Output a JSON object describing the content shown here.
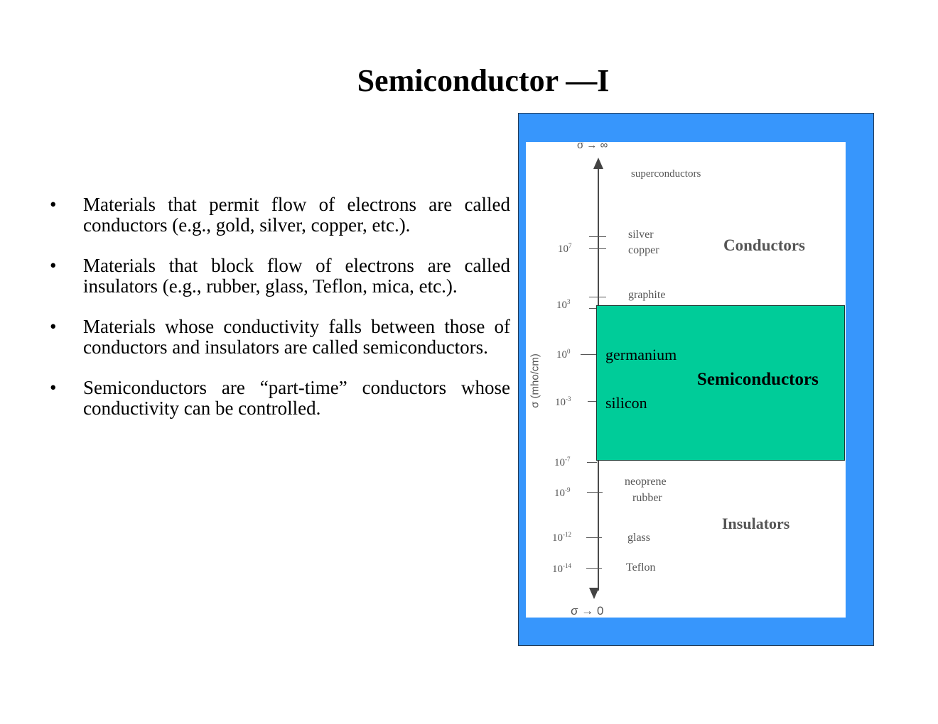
{
  "slide": {
    "title": "Semiconductor —I",
    "bullets": [
      {
        "marker": "•",
        "text": "Materials that permit flow of electrons are called conductors (e.g., gold, silver, copper, etc.)."
      },
      {
        "marker": "•",
        "text": "Materials that block flow of electrons are called insulators (e.g., rubber, glass, Teflon, mica, etc.)."
      },
      {
        "marker": "•",
        "text": "Materials whose conductivity falls between those of conductors and insulators are called semiconductors."
      },
      {
        "marker": "•",
        "text": "Semiconductors are “part-time” conductors whose conductivity can be controlled."
      }
    ]
  },
  "diagram": {
    "axis_label": "σ (mho/cm)",
    "top_label": "σ → ∞",
    "bottom_label": "σ → 0",
    "ticks": [
      {
        "base": "10",
        "exp": "7"
      },
      {
        "base": "10",
        "exp": "3"
      },
      {
        "base": "10",
        "exp": "0"
      },
      {
        "base": "10",
        "exp": "-3"
      },
      {
        "base": "10",
        "exp": "-7"
      },
      {
        "base": "10",
        "exp": "-9"
      },
      {
        "base": "10",
        "exp": "-12"
      },
      {
        "base": "10",
        "exp": "-14"
      }
    ],
    "materials": {
      "superconductors": "superconductors",
      "silver": "silver",
      "copper": "copper",
      "graphite": "graphite",
      "germanium": "germanium",
      "silicon": "silicon",
      "neoprene": "neoprene",
      "rubber": "rubber",
      "glass": "glass",
      "teflon": "Teflon"
    },
    "regions": {
      "conductors": "Conductors",
      "semiconductors": "Semiconductors",
      "insulators": "Insulators"
    },
    "colors": {
      "frame": "#3796fc",
      "semiconductor_band": "#00cc99"
    }
  }
}
